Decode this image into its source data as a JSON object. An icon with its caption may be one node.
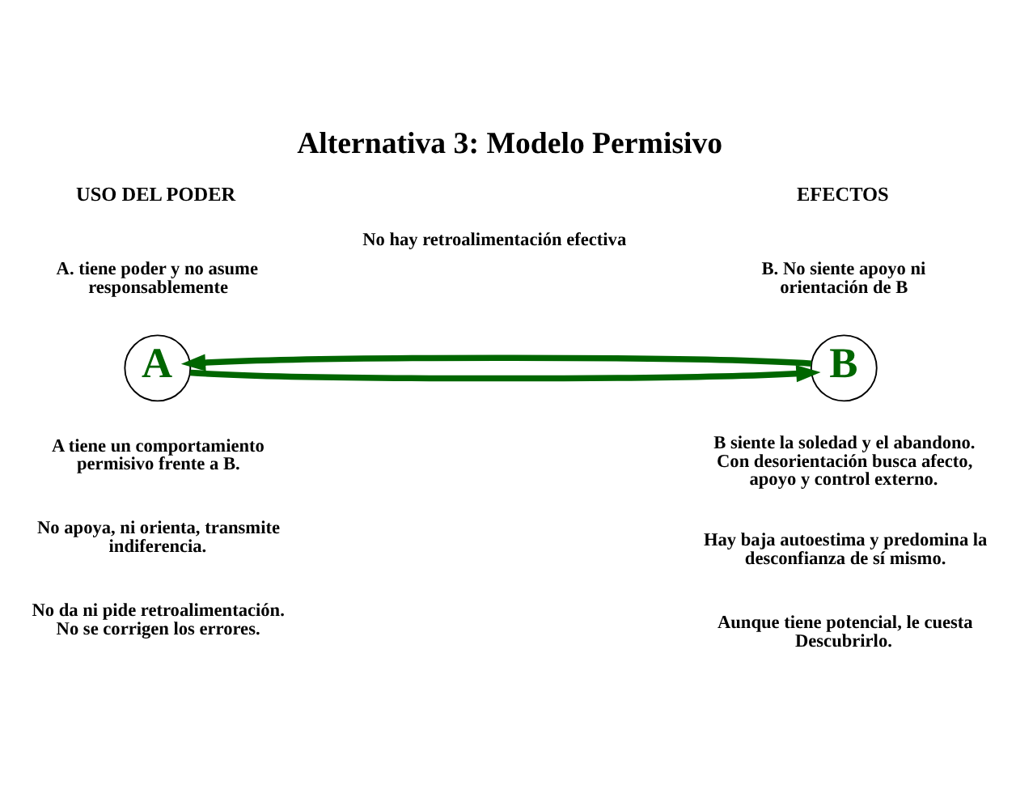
{
  "diagram": {
    "title": "Alternativa 3: Modelo Permisivo",
    "nodes": [
      {
        "text": [
          "A"
        ],
        "beside": [
          "A. tiene poder y no asume responsablemente"
        ]
      },
      {
        "text": [
          "B"
        ],
        "beside": [
          "B. No siente apoyo ni orientación de B"
        ]
      }
    ],
    "edges": [
      {
        "from": 1,
        "to": 0,
        "arrow": "to"
      },
      {
        "from": 0,
        "to": 1,
        "arrow": "to"
      }
    ],
    "labels": [
      "USO DEL PODER",
      "EFECTOS",
      "No hay retroalimentación efectiva",
      "A tiene un comportamiento permisivo frente a B.",
      "B siente la soledad y el abandono. Con desorientación busca afecto, apoyo y control externo.",
      "No apoya, ni orienta, transmite indiferencia.",
      "Hay baja autoestima y predomina la desconfianza de sí mismo.",
      "No da ni pide retroalimentación. No se corrigen los errores.",
      "Aunque tiene potencial, le cuesta Descubrirlo."
    ]
  }
}
